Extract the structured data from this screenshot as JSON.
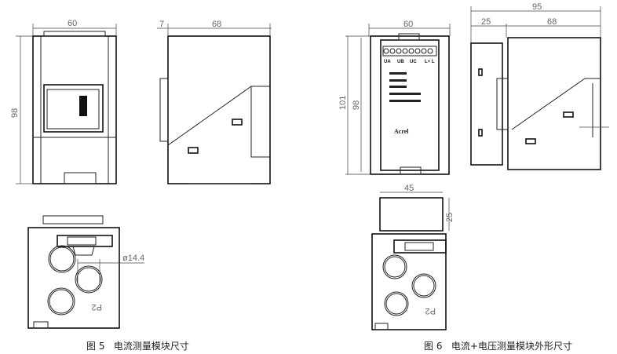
{
  "figure5": {
    "caption": "图 5   电流测量模块尺寸",
    "dims": {
      "width": "60",
      "height": "98",
      "depth_front": "7",
      "depth": "68",
      "hole": "ø14.4"
    },
    "marking": "P2"
  },
  "figure6": {
    "caption": "图 6   电流+电压测量模块外形尺寸",
    "dims": {
      "width": "60",
      "height": "98",
      "height_total": "101",
      "total_depth": "95",
      "depth_front": "25",
      "depth": "68",
      "top_width": "45",
      "top_height": "25"
    },
    "terminal_labels": [
      "UA",
      "UB",
      "UC",
      "L+ L"
    ],
    "brand": "Acrel",
    "marking": "P2"
  }
}
